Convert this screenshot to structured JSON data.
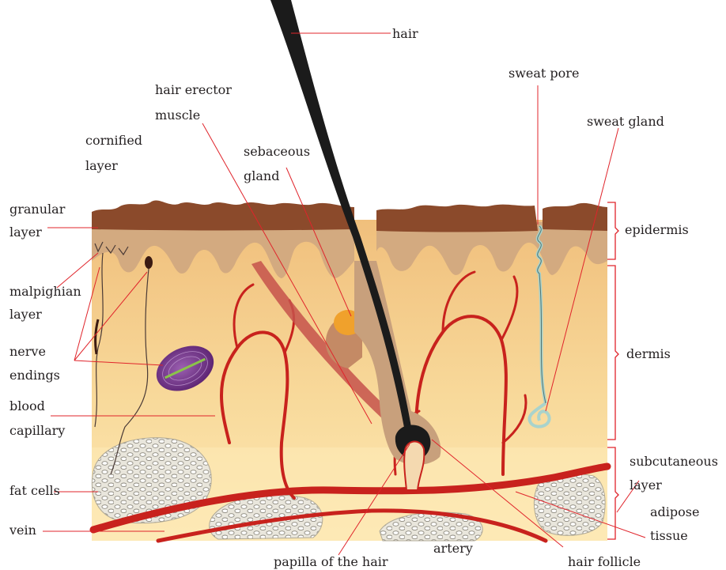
{
  "labels": {
    "hair": "hair",
    "hair_erector_muscle_1": "hair erector",
    "hair_erector_muscle_2": "muscle",
    "sweat_pore": "sweat pore",
    "sweat_gland": "sweat gland",
    "cornified_layer_1": "cornified",
    "cornified_layer_2": "layer",
    "sebaceous_gland_1": "sebaceous",
    "sebaceous_gland_2": "gland",
    "granular_layer_1": "granular",
    "granular_layer_2": "layer",
    "epidermis": "epidermis",
    "malpighian_layer_1": "malpighian",
    "malpighian_layer_2": "layer",
    "dermis": "dermis",
    "nerve_endings_1": "nerve",
    "nerve_endings_2": "endings",
    "blood_capillary_1": "blood",
    "blood_capillary_2": "capillary",
    "subcutaneous_layer_1": "subcutaneous",
    "subcutaneous_layer_2": "layer",
    "fat_cells": "fat cells",
    "adipose_tissue_1": "adipose",
    "adipose_tissue_2": "tissue",
    "vein": "vein",
    "artery": "artery",
    "papilla_of_the_hair": "papilla of the hair",
    "hair_follicle": "hair follicle"
  },
  "colors": {
    "leader_line": "#e0242b",
    "cornified": "#8b4a2b",
    "epidermis": "#d3aa80",
    "dermis_top": "#f3c887",
    "dermis_bottom": "#fbe3a6",
    "subcutaneous": "#fde9b5",
    "blood_vessel": "#c8221d",
    "hair": "#1b1b1b",
    "nerve_receptor": "#6c2b80",
    "sweat_gland": "#a9d3cc"
  }
}
